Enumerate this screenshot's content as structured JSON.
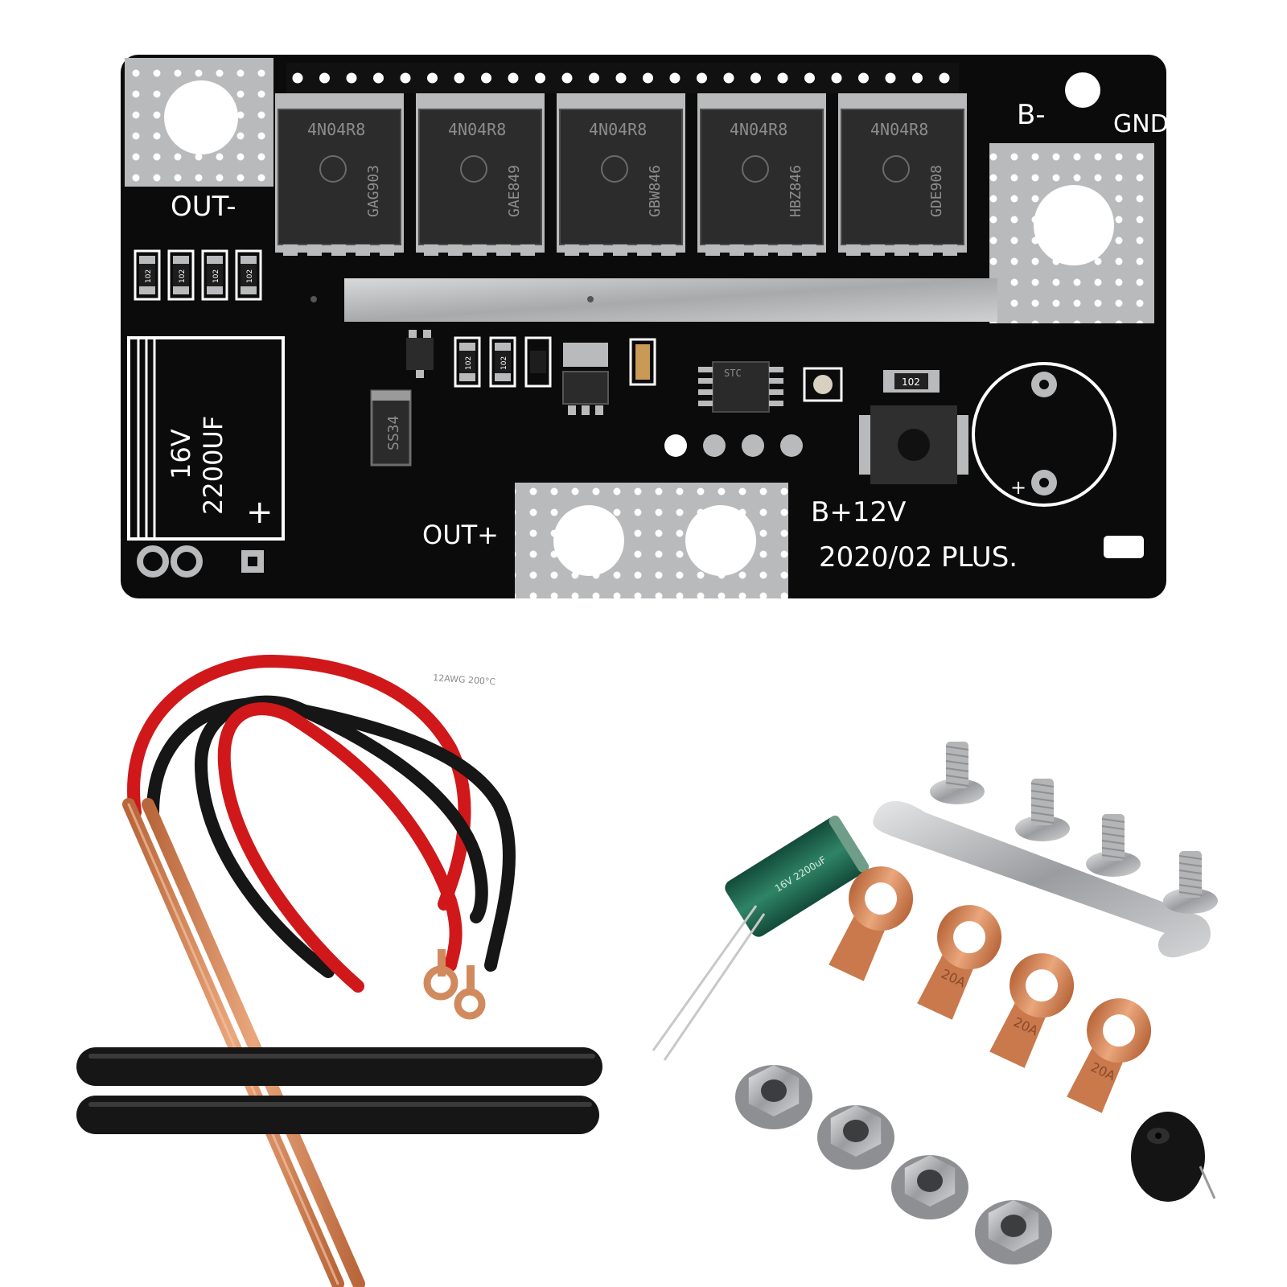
{
  "pcb": {
    "labels": {
      "out_minus": "OUT-",
      "out_plus": "OUT+",
      "b_minus": "B-",
      "gnd": "GND",
      "b_plus": "B+12V",
      "version": "2020/02 PLUS.",
      "cap_voltage": "16V",
      "cap_value": "2200UF",
      "cap_plus": "+",
      "round_cap_plus": "+",
      "diode": "SS34",
      "mcu_brand": "STC"
    },
    "mosfets": [
      {
        "part": "4N04R8",
        "lot": "GAG903"
      },
      {
        "part": "4N04R8",
        "lot": "GAE849"
      },
      {
        "part": "4N04R8",
        "lot": "GBW846"
      },
      {
        "part": "4N04R8",
        "lot": "HBZ846"
      },
      {
        "part": "4N04R8",
        "lot": "GDE908"
      }
    ],
    "resistors": [
      "102",
      "102",
      "102",
      "102",
      "102",
      "102",
      "102"
    ]
  },
  "accessories": {
    "wire_print": "12AWG 200°C",
    "terminal_rating": "20A",
    "loose_capacitor": "16V 2200uF"
  },
  "colors": {
    "pcb": "#0b0b0b",
    "silkscreen": "#ffffff",
    "tin": "#b9babc",
    "copper": "#d18a5e",
    "red_wire": "#d0181b",
    "black_wire": "#161616",
    "capacitor": "#1f6650"
  }
}
